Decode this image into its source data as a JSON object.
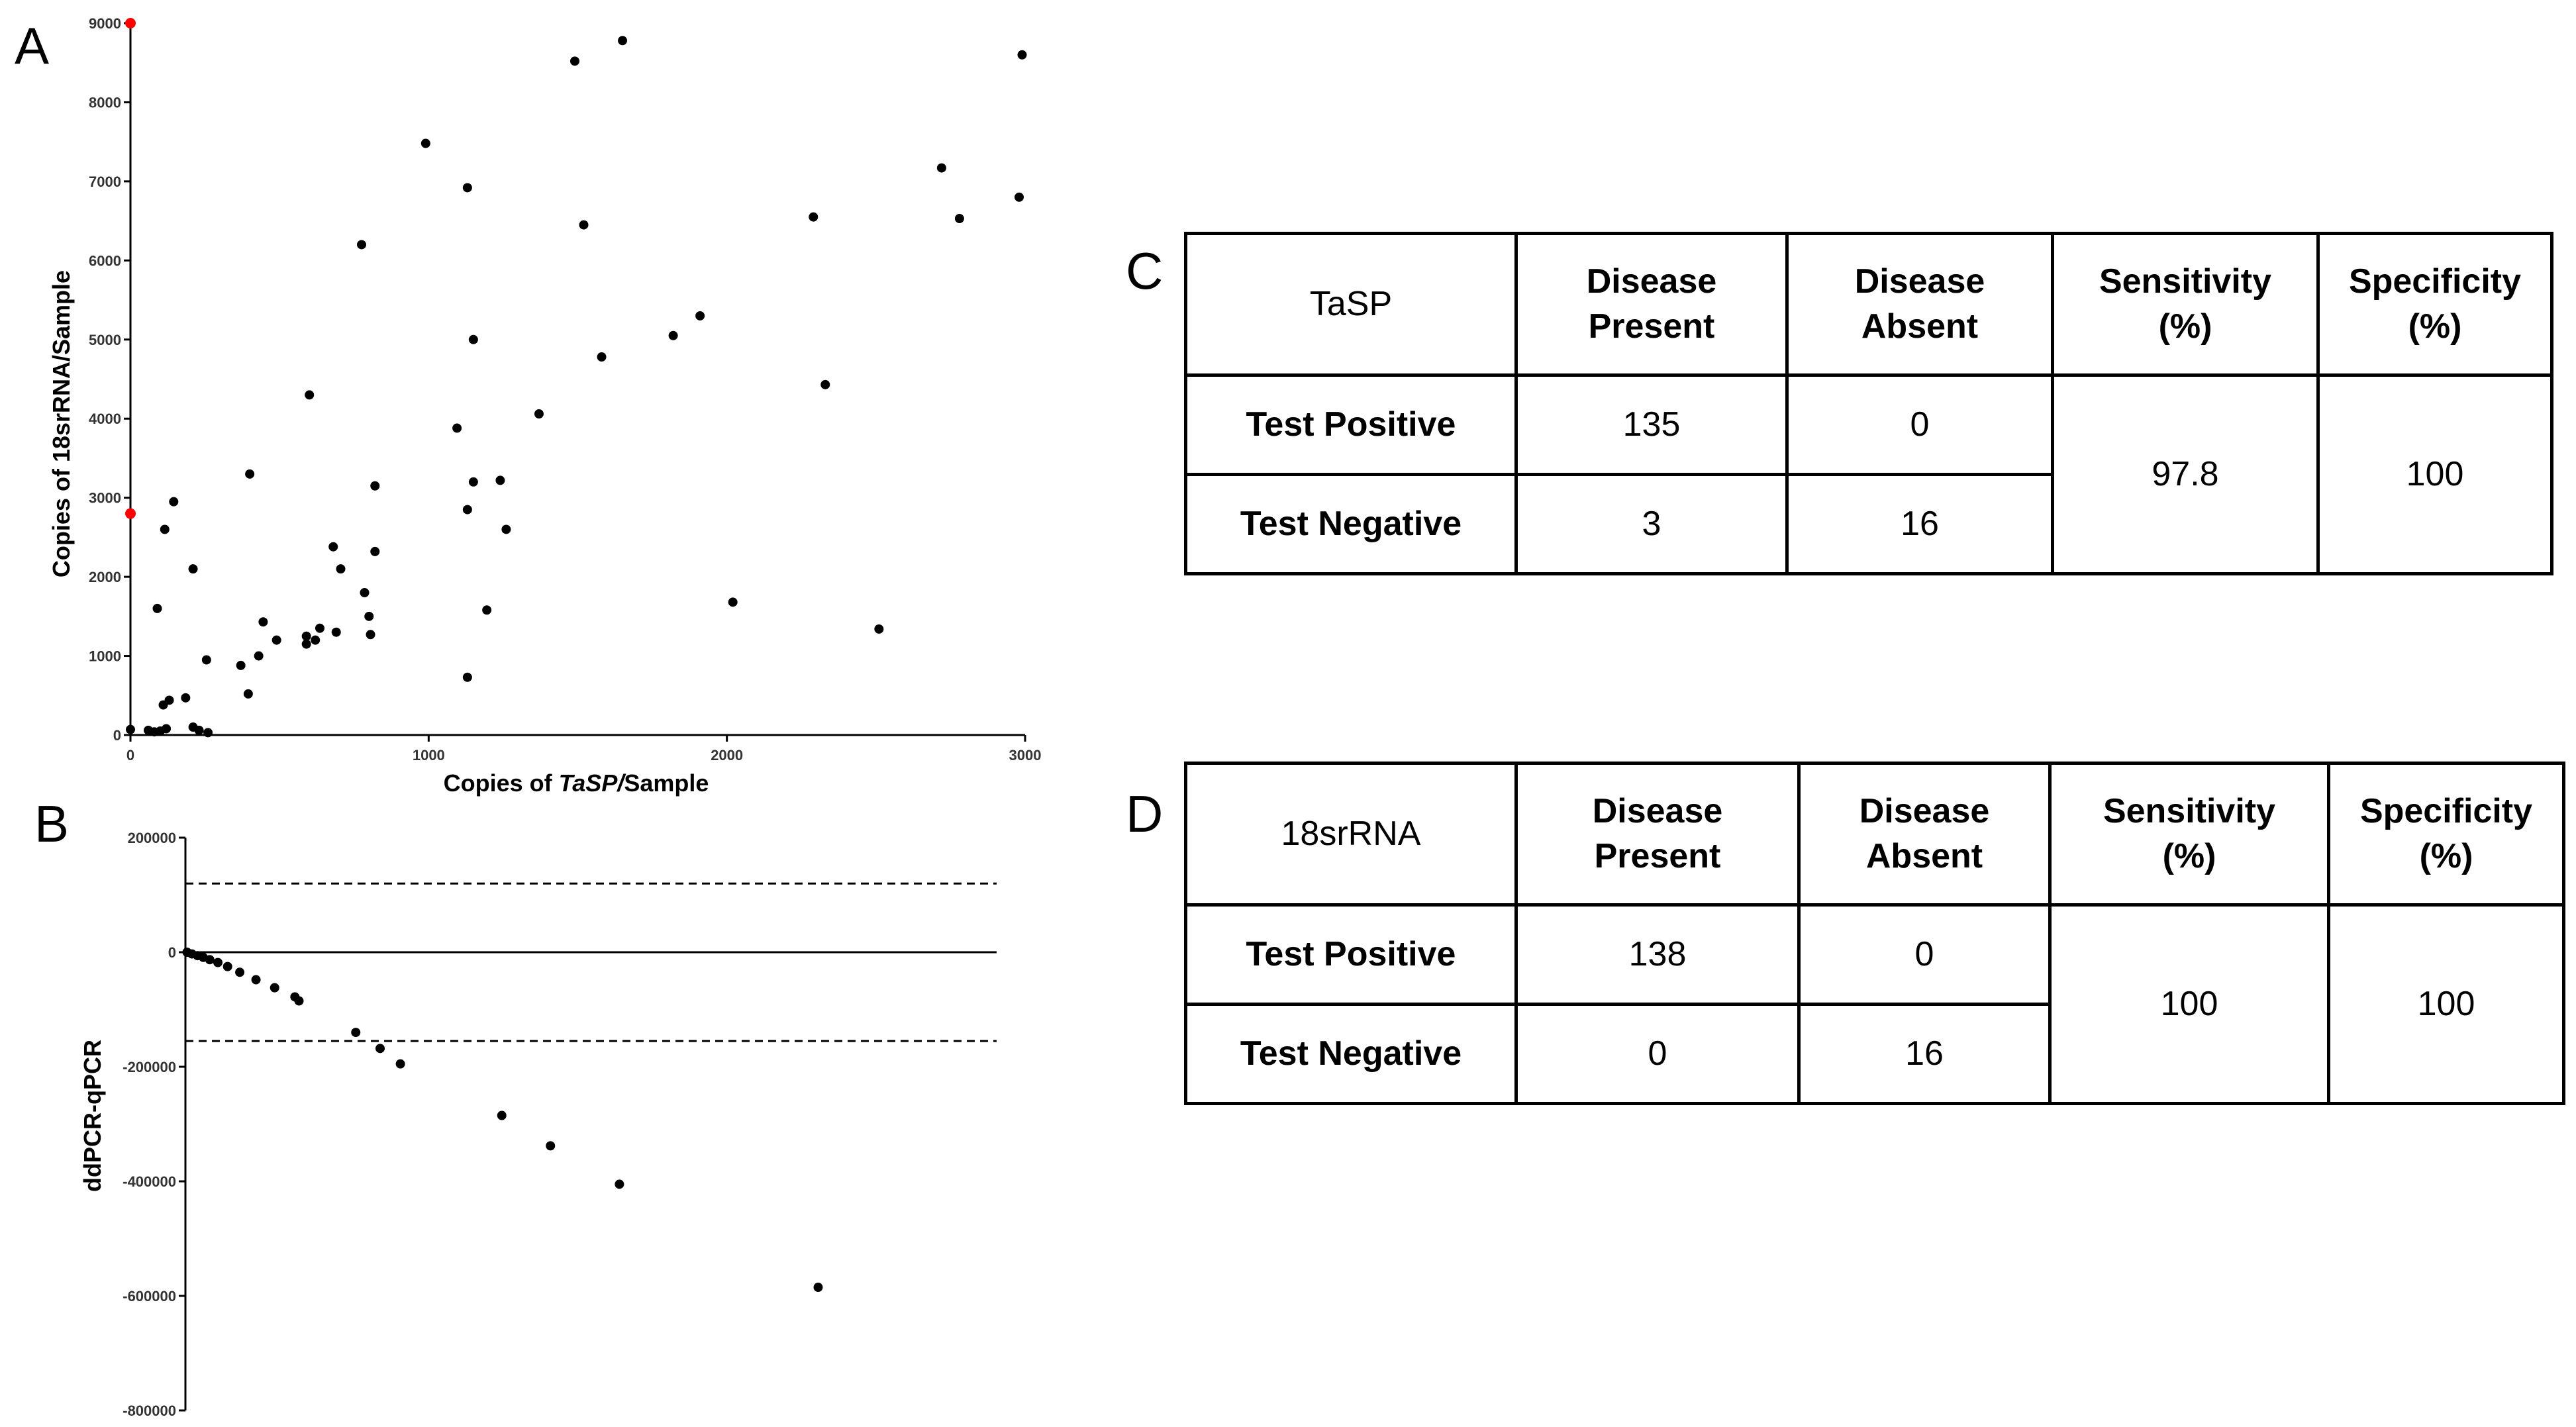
{
  "panels": {
    "a": "A",
    "b": "B",
    "c": "C",
    "d": "D"
  },
  "colors": {
    "point": "#000000",
    "highlight": "#ff0000"
  },
  "chart_data": [
    {
      "type": "scatter",
      "xlabel_parts": [
        "Copies of ",
        "TaSP/",
        "Sample"
      ],
      "ylabel": "Copies of 18srRNA/Sample",
      "xlim": [
        0,
        3000
      ],
      "ylim": [
        0,
        9000
      ],
      "xticks": [
        "0",
        "1000",
        "2000",
        "3000"
      ],
      "yticks": [
        "0",
        "1000",
        "2000",
        "3000",
        "4000",
        "5000",
        "6000",
        "7000",
        "8000",
        "9000"
      ],
      "grid": false,
      "highlighted_points": [
        [
          0,
          9000
        ],
        [
          0,
          2800
        ]
      ],
      "points": [
        [
          0,
          70
        ],
        [
          60,
          60
        ],
        [
          80,
          40
        ],
        [
          100,
          50
        ],
        [
          120,
          80
        ],
        [
          90,
          1600
        ],
        [
          115,
          2600
        ],
        [
          145,
          2950
        ],
        [
          110,
          380
        ],
        [
          130,
          440
        ],
        [
          185,
          470
        ],
        [
          210,
          2100
        ],
        [
          210,
          100
        ],
        [
          230,
          60
        ],
        [
          260,
          30
        ],
        [
          255,
          950
        ],
        [
          370,
          880
        ],
        [
          395,
          520
        ],
        [
          400,
          3300
        ],
        [
          430,
          1000
        ],
        [
          445,
          1430
        ],
        [
          490,
          1200
        ],
        [
          590,
          1150
        ],
        [
          590,
          1250
        ],
        [
          600,
          4300
        ],
        [
          620,
          1200
        ],
        [
          635,
          1350
        ],
        [
          680,
          2380
        ],
        [
          690,
          1300
        ],
        [
          705,
          2100
        ],
        [
          775,
          6200
        ],
        [
          785,
          1800
        ],
        [
          800,
          1500
        ],
        [
          805,
          1270
        ],
        [
          820,
          2320
        ],
        [
          820,
          3150
        ],
        [
          990,
          7480
        ],
        [
          1095,
          3880
        ],
        [
          1130,
          6920
        ],
        [
          1130,
          2850
        ],
        [
          1130,
          730
        ],
        [
          1150,
          5000
        ],
        [
          1150,
          3200
        ],
        [
          1195,
          1580
        ],
        [
          1240,
          3220
        ],
        [
          1260,
          2600
        ],
        [
          1370,
          4060
        ],
        [
          1490,
          8520
        ],
        [
          1520,
          6450
        ],
        [
          1580,
          4780
        ],
        [
          1650,
          8780
        ],
        [
          1820,
          5050
        ],
        [
          1910,
          5300
        ],
        [
          2020,
          1680
        ],
        [
          2290,
          6550
        ],
        [
          2330,
          4430
        ],
        [
          2510,
          1340
        ],
        [
          2720,
          7170
        ],
        [
          2780,
          6530
        ],
        [
          2980,
          6800
        ],
        [
          2990,
          8600
        ]
      ]
    },
    {
      "type": "scatter",
      "ylabel": "ddPCR-qPCR",
      "xlim": [
        0,
        1
      ],
      "ylim": [
        -800000,
        200000
      ],
      "yticks": [
        "200000",
        "0",
        "-200000",
        "-400000",
        "-600000",
        "-800000"
      ],
      "reference_lines": {
        "zero": 0,
        "upper_dashed": 120000,
        "lower_dashed": -155000
      },
      "grid": false,
      "points": [
        [
          0.002,
          0
        ],
        [
          0.008,
          -3000
        ],
        [
          0.015,
          -6000
        ],
        [
          0.022,
          -9000
        ],
        [
          0.03,
          -13000
        ],
        [
          0.04,
          -18000
        ],
        [
          0.052,
          -25000
        ],
        [
          0.067,
          -35000
        ],
        [
          0.087,
          -48000
        ],
        [
          0.11,
          -62000
        ],
        [
          0.135,
          -78000
        ],
        [
          0.14,
          -85000
        ],
        [
          0.21,
          -140000
        ],
        [
          0.24,
          -168000
        ],
        [
          0.265,
          -195000
        ],
        [
          0.39,
          -285000
        ],
        [
          0.45,
          -338000
        ],
        [
          0.535,
          -405000
        ],
        [
          0.78,
          -585000
        ]
      ]
    }
  ],
  "table_c": {
    "corner": "TaSP",
    "col_present": [
      "Disease",
      "Present"
    ],
    "col_absent": [
      "Disease",
      "Absent"
    ],
    "col_sens": [
      "Sensitivity",
      "(%)"
    ],
    "col_spec": [
      "Specificity",
      "(%)"
    ],
    "row_pos": "Test Positive",
    "row_neg": "Test Negative",
    "pos_present": "135",
    "pos_absent": "0",
    "neg_present": "3",
    "neg_absent": "16",
    "sensitivity": "97.8",
    "specificity": "100"
  },
  "table_d": {
    "corner": "18srRNA",
    "col_present": [
      "Disease",
      "Present"
    ],
    "col_absent": [
      "Disease",
      "Absent"
    ],
    "col_sens": [
      "Sensitivity",
      "(%)"
    ],
    "col_spec": [
      "Specificity",
      "(%)"
    ],
    "row_pos": "Test Positive",
    "row_neg": "Test Negative",
    "pos_present": "138",
    "pos_absent": "0",
    "neg_present": "0",
    "neg_absent": "16",
    "sensitivity": "100",
    "specificity": "100"
  }
}
